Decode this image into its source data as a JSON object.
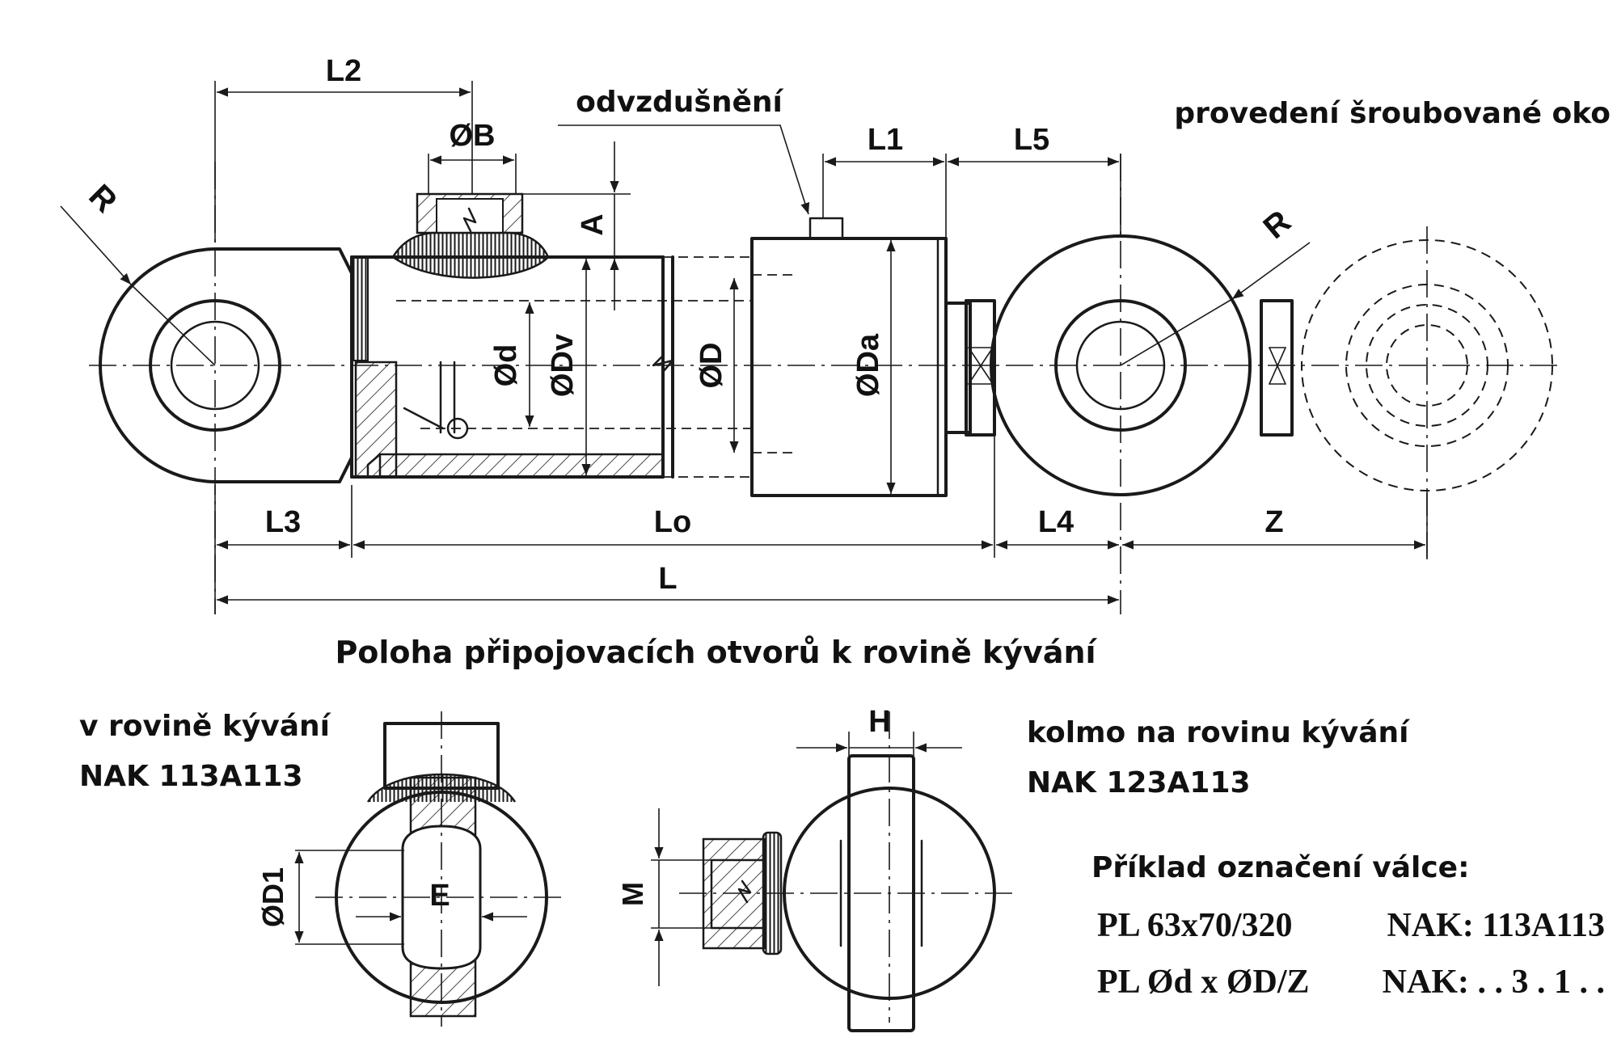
{
  "labels": {
    "variant_title": "provedení šroubované oko",
    "vent": "odvzdušnění",
    "section_title": "Poloha připojovacích otvorů k rovině kývání",
    "left_view_title": "v rovině kývání",
    "left_view_code": "NAK 113A113",
    "right_view_title": "kolmo na rovinu kývání",
    "right_view_code": "NAK 123A113",
    "example_title": "Příklad označení válce:",
    "example_line1_left": "PL 63x70/320",
    "example_line1_right": "NAK: 113A113",
    "example_line2_left": "PL Ød x ØD/Z",
    "example_line2_right": "NAK: . . 3 . 1 . ."
  },
  "dimensions": {
    "L": "L",
    "L1": "L1",
    "L2": "L2",
    "L3": "L3",
    "L4": "L4",
    "L5": "L5",
    "Lo": "Lo",
    "Z": "Z",
    "A": "A",
    "B": "ØB",
    "d": "Ød",
    "Dv": "ØDv",
    "D": "ØD",
    "Da": "ØDa",
    "R_left": "R",
    "R_right": "R",
    "H": "H",
    "M": "M",
    "D1": "ØD1",
    "E": "E"
  }
}
